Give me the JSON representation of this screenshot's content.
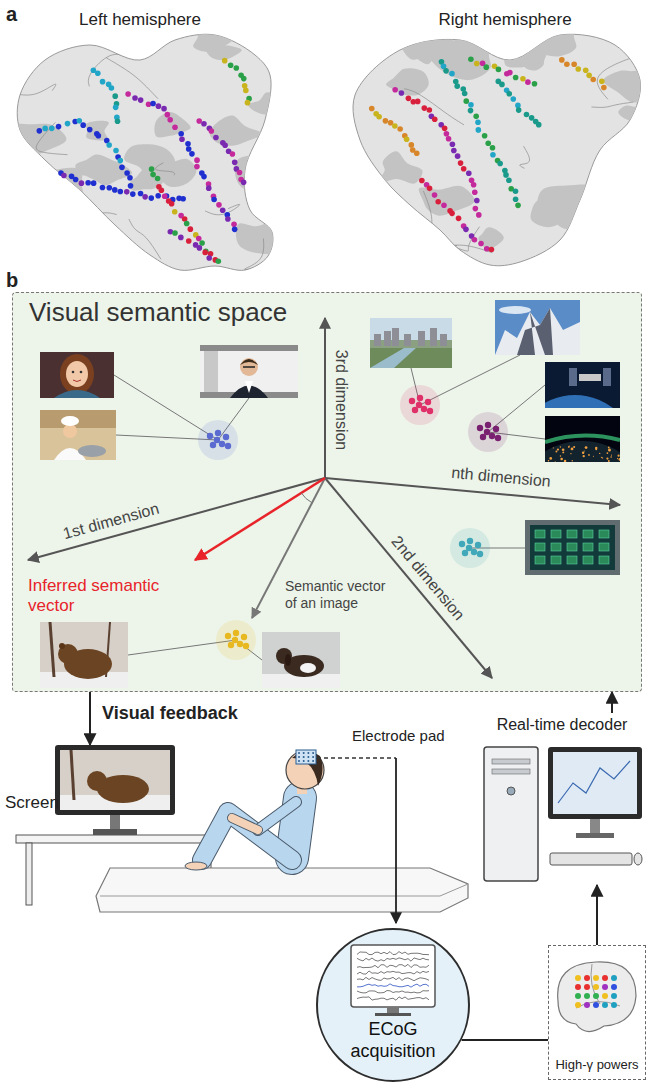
{
  "diagram": {
    "nodes": [
      {
        "text": [
          "Visual semantic space"
        ]
      },
      {
        "text": [
          "Screen"
        ]
      },
      {
        "text": [
          "ECoG acquisition"
        ]
      },
      {
        "text": [
          "High-γ powers"
        ]
      },
      {
        "text": [
          "Real-time decoder"
        ]
      }
    ],
    "edges": [
      {
        "from": 0,
        "to": 1,
        "arrow": "to",
        "label": "Visual feedback"
      },
      {
        "from": 4,
        "to": 0,
        "arrow": "to"
      },
      {
        "from": 3,
        "to": 4,
        "arrow": "to"
      },
      {
        "from": 2,
        "to": 3,
        "arrow": "none"
      }
    ],
    "labels": [
      "a",
      "Left hemisphere",
      "Right hemisphere",
      "b",
      "3rd dimension",
      "1st dimension",
      "nth dimension",
      "2nd dimension",
      "Inferred semantic vector",
      "Semantic vector of an image",
      "Electrode pad"
    ]
  }
}
